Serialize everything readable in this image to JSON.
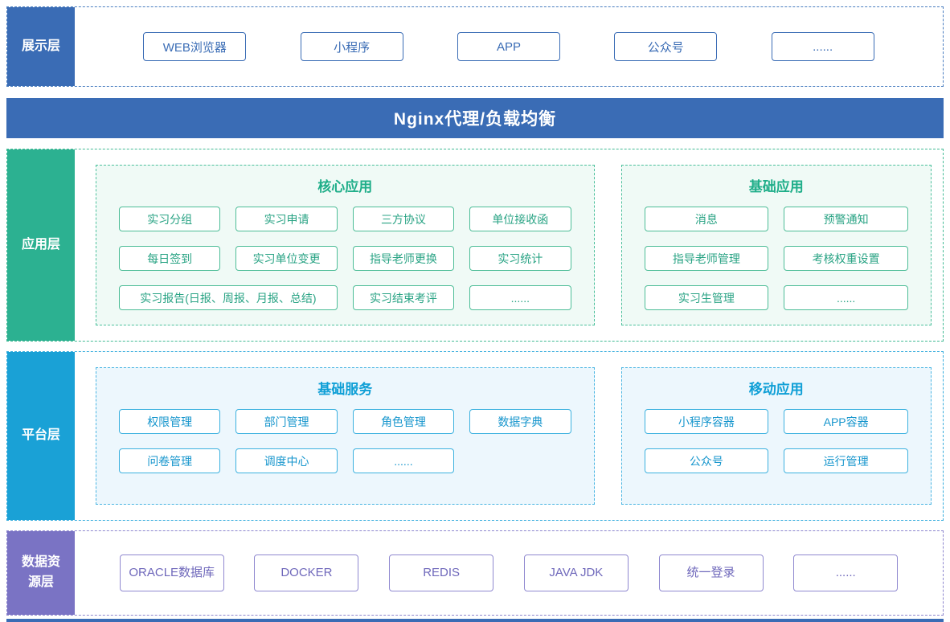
{
  "colors": {
    "blue": "#3a6cb5",
    "blue-border": "#4a7ec0",
    "green": "#2cb191",
    "green-border": "#43bb95",
    "cyan": "#1aa1d6",
    "cyan-border": "#37addd",
    "purple": "#7a73c4",
    "purple-border": "#8d86ce"
  },
  "presentation": {
    "label": "展示层",
    "items": [
      "WEB浏览器",
      "小程序",
      "APP",
      "公众号",
      "......"
    ]
  },
  "nginx": {
    "label": "Nginx代理/负载均衡"
  },
  "application": {
    "label": "应用层",
    "groups": [
      {
        "title": "核心应用",
        "items": [
          "实习分组",
          "实习申请",
          "三方协议",
          "单位接收函",
          "每日签到",
          "实习单位变更",
          "指导老师更换",
          "实习统计",
          "实习报告(日报、周报、月报、总结)",
          "实习结束考评",
          "......"
        ]
      },
      {
        "title": "基础应用",
        "items": [
          "消息",
          "预警通知",
          "指导老师管理",
          "考核权重设置",
          "实习生管理",
          "......"
        ]
      }
    ]
  },
  "platform": {
    "label": "平台层",
    "groups": [
      {
        "title": "基础服务",
        "items": [
          "权限管理",
          "部门管理",
          "角色管理",
          "数据字典",
          "问卷管理",
          "调度中心",
          "......"
        ]
      },
      {
        "title": "移动应用",
        "items": [
          "小程序容器",
          "APP容器",
          "公众号",
          "运行管理"
        ]
      }
    ]
  },
  "datasource": {
    "label": "数据资源层",
    "items": [
      "ORACLE数据库",
      "DOCKER",
      "REDIS",
      "JAVA JDK",
      "统一登录",
      "......"
    ]
  }
}
